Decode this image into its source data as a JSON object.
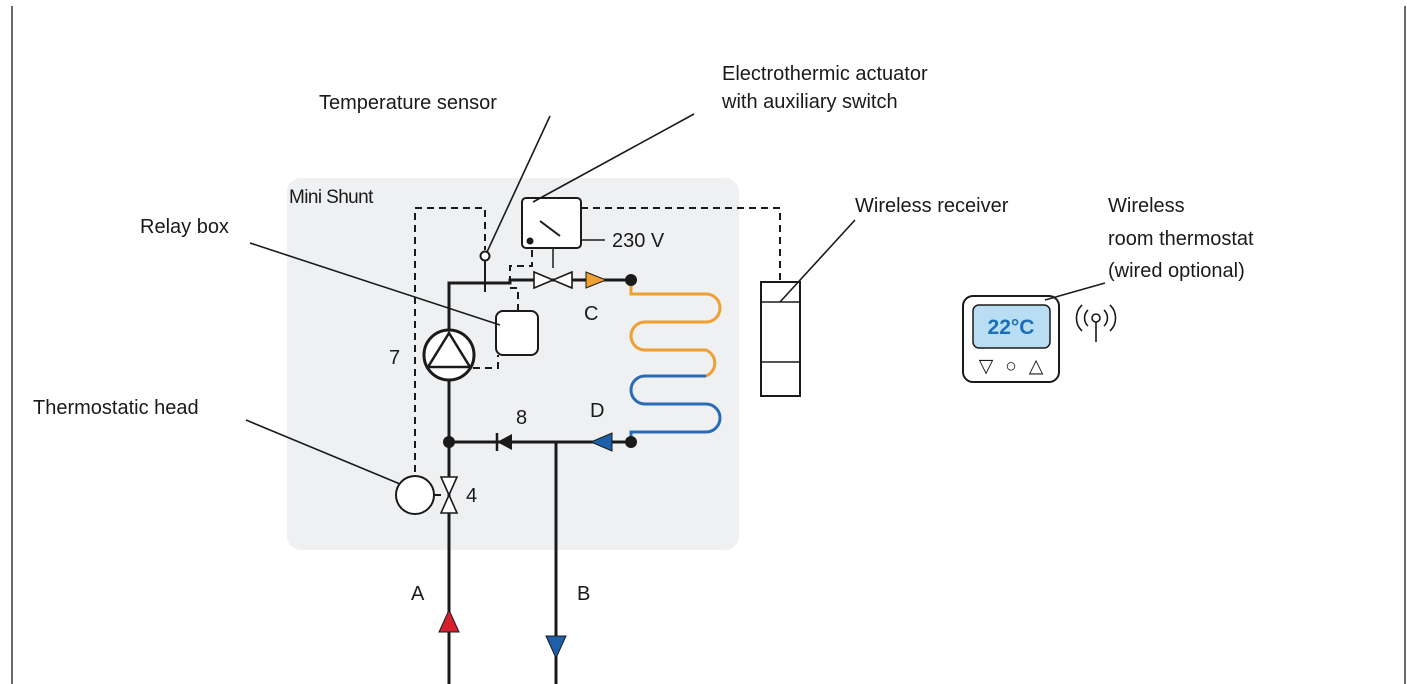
{
  "labels": {
    "temperature_sensor": "Temperature sensor",
    "actuator_line1": "Electrothermic actuator",
    "actuator_line2": "with auxiliary switch",
    "mini_shunt": "Mini Shunt",
    "relay_box": "Relay box",
    "voltage": "230 V",
    "wireless_receiver": "Wireless receiver",
    "thermostat_line1": "Wireless",
    "thermostat_line2": "room thermostat",
    "thermostat_line3": "(wired optional)",
    "thermostatic_head": "Thermostatic head"
  },
  "points": {
    "pump": "7",
    "check_valve": "8",
    "valve": "4",
    "supply": "A",
    "return": "B",
    "loop_in": "C",
    "loop_out": "D"
  },
  "thermostat": {
    "display": "22°C",
    "buttons": [
      "▽",
      "○",
      "△"
    ]
  },
  "colors": {
    "supply_hot": "#d7202e",
    "return_cold": "#1d5fa8",
    "loop_warm": "#f0a030",
    "loop_cool": "#2a6bb5",
    "panel": "#eef0f2",
    "display": "#b9ddf2",
    "display_text": "#1a6fb8"
  }
}
